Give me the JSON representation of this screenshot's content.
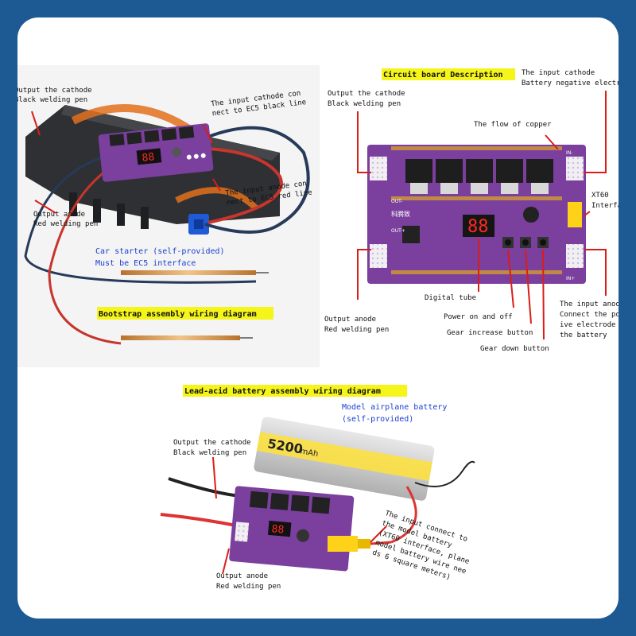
{
  "bootstrap": {
    "title": "Bootstrap assembly wiring diagram",
    "label_cathode": [
      "Output the cathode",
      "Black welding pen"
    ],
    "label_input_cathode": [
      "The input cathode con",
      "nect to EC5 black line"
    ],
    "label_input_anode": [
      "The input anode con",
      "nect to EC5 red line"
    ],
    "label_anode": [
      "Output anode",
      "Red welding pen"
    ],
    "car_starter": [
      "Car starter (self-provided)",
      "Must be EC5 interface"
    ],
    "display_digits": "88"
  },
  "circuit": {
    "title": "Circuit board Description",
    "label_input_cathode": [
      "The input cathode",
      "Battery negative electro"
    ],
    "label_cathode": [
      "Output the cathode",
      "Black welding pen"
    ],
    "label_copper": "The flow of copper",
    "label_xt60": [
      "XT60",
      "Interfac"
    ],
    "label_anode": [
      "Output anode",
      "Red welding pen"
    ],
    "label_digital": "Digital tube",
    "label_power": "Power on and off",
    "label_gear_up": "Gear increase button",
    "label_gear_down": "Gear down button",
    "label_input_anode": [
      "The input anode",
      "Connect the pos",
      "ive electrode o",
      "the battery"
    ],
    "display_digits": "88",
    "brand_text": "科腾致",
    "board_text_out_minus": "OUT-",
    "board_text_out_plus": "OUT+",
    "board_text_in_minus": "IN-",
    "board_text_in_plus": "IN+"
  },
  "leadacid": {
    "title": "Lead-acid battery assembly wiring diagram",
    "battery_label": [
      "Model airplane battery",
      "(self-provided)"
    ],
    "battery_capacity": "5200",
    "battery_unit": "mAh",
    "label_cathode": [
      "Output the cathode",
      "Black welding pen"
    ],
    "label_anode": [
      "Output anode",
      "Red welding pen"
    ],
    "label_input": [
      "The input connect to",
      "the model battery",
      "(XT60 interface, plane",
      "model battery wire nee",
      "ds 6 square meters)"
    ],
    "display_digits": "88"
  },
  "colors": {
    "frame": "#1d5a93",
    "board_purple": "#7b3f9e",
    "highlight_yellow": "#f5f51a",
    "lead_red": "#d91e18",
    "label_blue": "#1a3fd0"
  }
}
